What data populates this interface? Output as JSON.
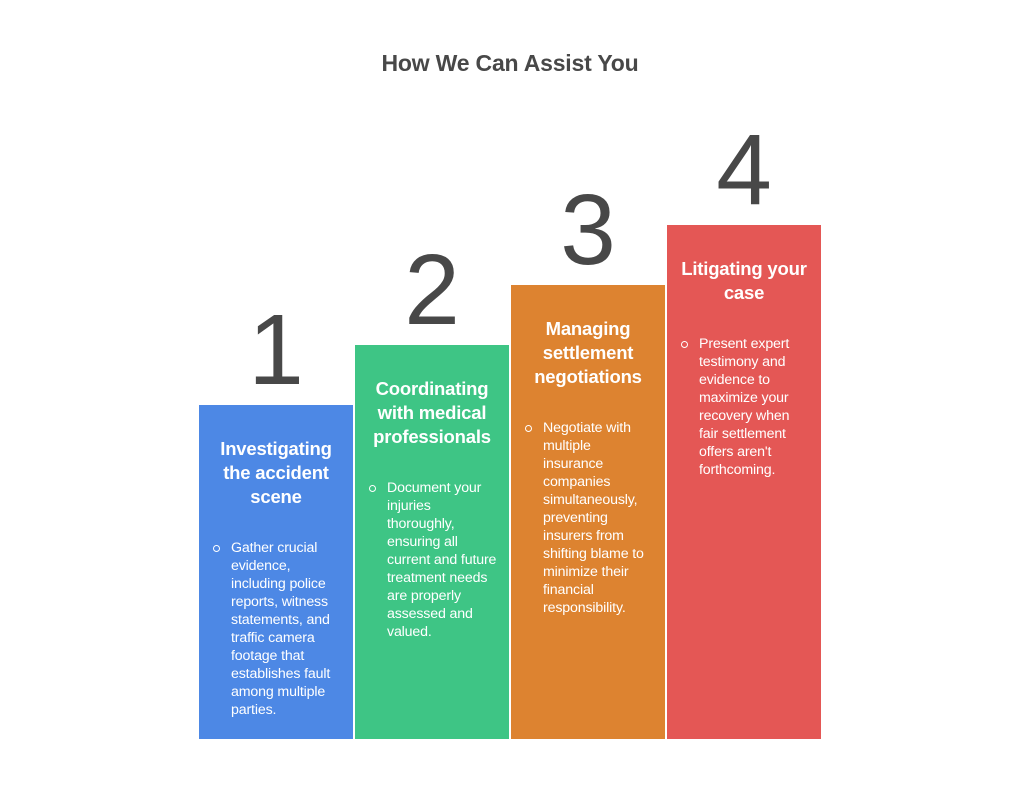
{
  "title": "How We Can Assist You",
  "colors": {
    "title_text": "#484848",
    "number_text": "#484848",
    "step1": "#4d88e5",
    "step2": "#3ec585",
    "step3": "#dd8330",
    "step4": "#e45755"
  },
  "steps": [
    {
      "number": "1",
      "heading": "Investigating the accident scene",
      "bullet_icon": "hollow-circle-bullet",
      "description": "Gather crucial evidence, including police reports, witness statements, and traffic camera footage that establishes fault among multiple parties."
    },
    {
      "number": "2",
      "heading": "Coordinating with medical professionals",
      "bullet_icon": "hollow-circle-bullet",
      "description": "Document your injuries thoroughly, ensuring all current and future treatment needs are properly assessed and valued."
    },
    {
      "number": "3",
      "heading": "Managing settlement negotiations",
      "bullet_icon": "hollow-circle-bullet",
      "description": "Negotiate with multiple insurance companies simultaneously, preventing insurers from shifting blame to minimize their financial responsibility."
    },
    {
      "number": "4",
      "heading": "Litigating your case",
      "bullet_icon": "hollow-circle-bullet",
      "description": "Present expert testimony and evidence to maximize your recovery when fair settlement offers aren't forthcoming."
    }
  ]
}
